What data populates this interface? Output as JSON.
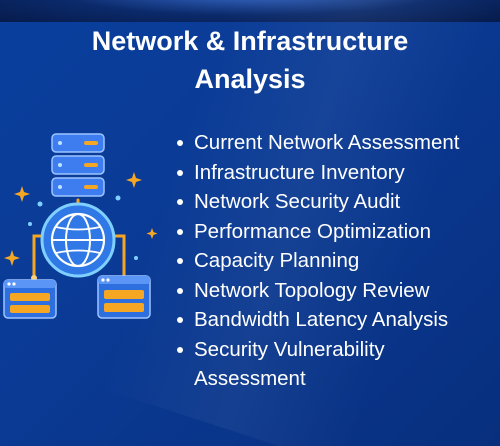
{
  "title": {
    "line1": "Network & Infrastructure",
    "line2": "Analysis"
  },
  "illustration": {
    "icons": [
      "server-stack-icon",
      "globe-icon",
      "browser-window-icon",
      "sparkle-icon"
    ],
    "colors": {
      "accent": "#f5a623",
      "primary": "#2f8cff",
      "light": "#7fd0ff"
    }
  },
  "bullets": [
    "Current Network Assessment",
    "Infrastructure Inventory",
    "Network Security Audit",
    "Performance Optimization",
    "Capacity Planning",
    "Network Topology Review",
    "Bandwidth Latency Analysis",
    "Security Vulnerability Assessment"
  ]
}
